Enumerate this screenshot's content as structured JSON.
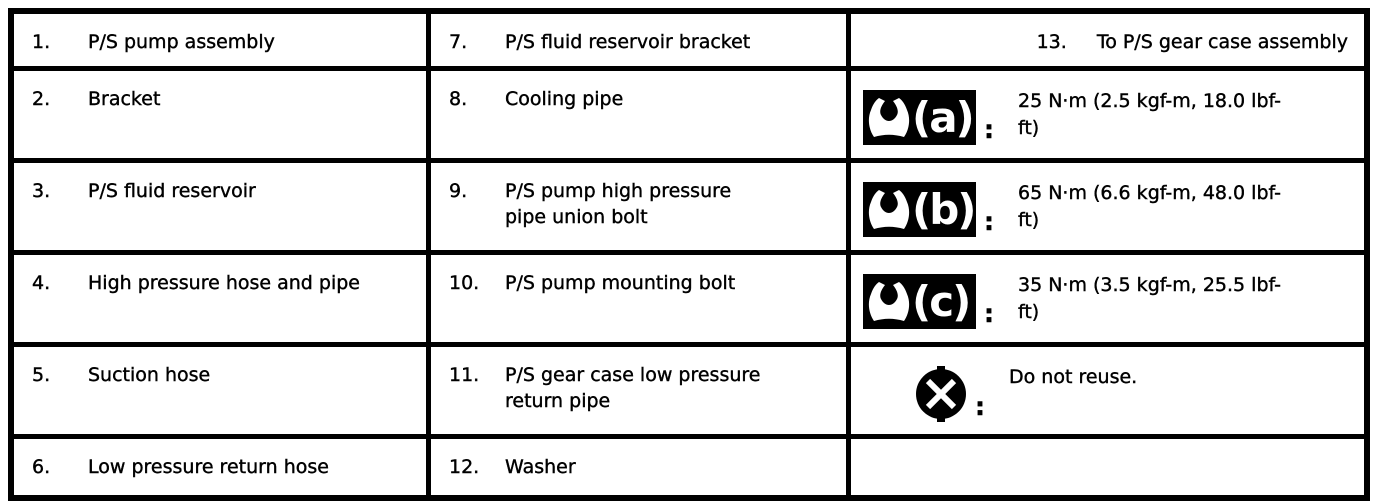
{
  "legend": {
    "col1": [
      {
        "num": "1.",
        "label": "P/S pump assembly"
      },
      {
        "num": "2.",
        "label": "Bracket"
      },
      {
        "num": "3.",
        "label": "P/S fluid reservoir"
      },
      {
        "num": "4.",
        "label": "High pressure hose and pipe"
      },
      {
        "num": "5.",
        "label": "Suction hose"
      },
      {
        "num": "6.",
        "label": "Low pressure return hose"
      }
    ],
    "col2": [
      {
        "num": "7.",
        "label": "P/S fluid reservoir bracket"
      },
      {
        "num": "8.",
        "label": "Cooling pipe"
      },
      {
        "num": "9.",
        "label": "P/S pump high pressure\npipe union bolt"
      },
      {
        "num": "10.",
        "label": "P/S pump mounting bolt"
      },
      {
        "num": "11.",
        "label": "P/S gear case low pressure\nreturn pipe"
      },
      {
        "num": "12.",
        "label": "Washer"
      }
    ],
    "col3_item": {
      "num": "13.",
      "label": "To P/S gear case assembly"
    }
  },
  "torque_notes": [
    {
      "icon": "wrench",
      "tag": "(a)",
      "separator": ":",
      "value": "25 N·m (2.5 kgf-m, 18.0 lbf-\nft)"
    },
    {
      "icon": "wrench",
      "tag": "(b)",
      "separator": ":",
      "value": "65 N·m (6.6 kgf-m, 48.0 lbf-\nft)"
    },
    {
      "icon": "wrench",
      "tag": "(c)",
      "separator": ":",
      "value": "35 N·m (3.5 kgf-m, 25.5 lbf-\nft)"
    },
    {
      "icon": "do-not-reuse",
      "separator": ":",
      "value": "Do not reuse."
    }
  ],
  "colors": {
    "border": "#000000",
    "background": "#ffffff",
    "icon_background": "#000000",
    "icon_foreground": "#ffffff"
  }
}
